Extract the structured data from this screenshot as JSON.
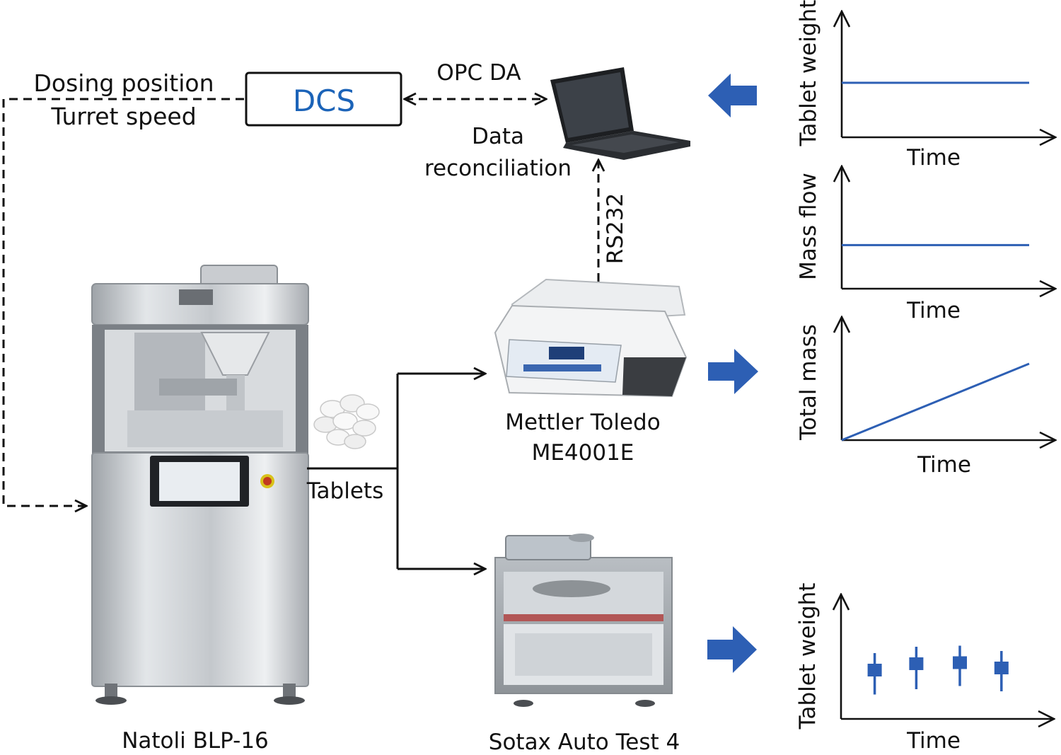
{
  "colors": {
    "accent_blue": "#2d5fb4",
    "dcs_text": "#1b63b8",
    "line": "#111111"
  },
  "control_link": {
    "label_line1": "Dosing position",
    "label_line2": "Turret speed"
  },
  "dcs": {
    "label": "DCS"
  },
  "opc_link": {
    "label": "OPC DA"
  },
  "laptop": {
    "icon": "laptop-icon",
    "caption_line1": "Data",
    "caption_line2": "reconciliation"
  },
  "serial_link": {
    "label": "RS232"
  },
  "press": {
    "icon": "tablet-press-icon",
    "name": "Natoli BLP-16"
  },
  "tablets": {
    "icon": "tablets-icon",
    "label": "Tablets"
  },
  "balance": {
    "icon": "balance-icon",
    "name_line1": "Mettler Toledo",
    "name_line2": "ME4001E"
  },
  "tester": {
    "icon": "tester-icon",
    "name": "Sotax Auto Test 4"
  },
  "chart_data": [
    {
      "type": "line",
      "title": "",
      "xlabel": "Time",
      "ylabel": "Tablet weight",
      "series": [
        {
          "x": [
            0,
            1
          ],
          "y": [
            0.55,
            0.55
          ]
        }
      ]
    },
    {
      "type": "line",
      "title": "",
      "xlabel": "Time",
      "ylabel": "Mass flow",
      "series": [
        {
          "x": [
            0,
            1
          ],
          "y": [
            0.44,
            0.44
          ]
        }
      ]
    },
    {
      "type": "line",
      "title": "",
      "xlabel": "Time",
      "ylabel": "Total mass",
      "series": [
        {
          "x": [
            0,
            1
          ],
          "y": [
            0,
            0.72
          ]
        }
      ]
    },
    {
      "type": "scatter",
      "title": "",
      "xlabel": "Time",
      "ylabel": "Tablet weight",
      "series": [
        {
          "x": [
            0.17,
            0.38,
            0.6,
            0.81
          ],
          "y": [
            0.46,
            0.52,
            0.53,
            0.48
          ],
          "box_low": [
            0.4,
            0.46,
            0.47,
            0.42
          ],
          "box_high": [
            0.52,
            0.58,
            0.59,
            0.54
          ],
          "whisker_low": [
            0.23,
            0.28,
            0.31,
            0.26
          ],
          "whisker_high": [
            0.62,
            0.68,
            0.69,
            0.64
          ]
        }
      ]
    }
  ]
}
